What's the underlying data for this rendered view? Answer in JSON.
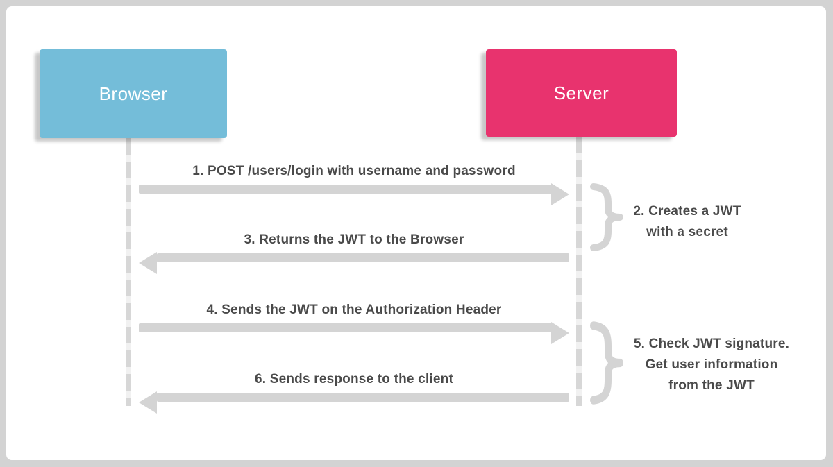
{
  "diagram": {
    "actors": [
      {
        "id": "browser",
        "label": "Browser",
        "color": "#74bdd9"
      },
      {
        "id": "server",
        "label": "Server",
        "color": "#e8336e"
      }
    ],
    "messages": [
      {
        "step": 1,
        "from": "browser",
        "to": "server",
        "direction": "right",
        "label": "1. POST /users/login with username and password"
      },
      {
        "step": 3,
        "from": "server",
        "to": "browser",
        "direction": "left",
        "label": "3. Returns the JWT to the Browser"
      },
      {
        "step": 4,
        "from": "browser",
        "to": "server",
        "direction": "right",
        "label": "4. Sends the JWT on the Authorization Header"
      },
      {
        "step": 6,
        "from": "server",
        "to": "browser",
        "direction": "left",
        "label": "6. Sends response to the client"
      }
    ],
    "notes": [
      {
        "side": "server",
        "lines": [
          "2. Creates a JWT",
          "with a secret"
        ]
      },
      {
        "side": "server",
        "lines": [
          "5. Check JWT signature.",
          "Get user information",
          "from the JWT"
        ]
      }
    ],
    "colors": {
      "frame": "#d3d3d3",
      "card": "#ffffff",
      "arrow": "#d4d4d4",
      "lifeline": "#d7d7d7",
      "text": "#4a4a4a",
      "actor_text": "#ffffff"
    }
  }
}
